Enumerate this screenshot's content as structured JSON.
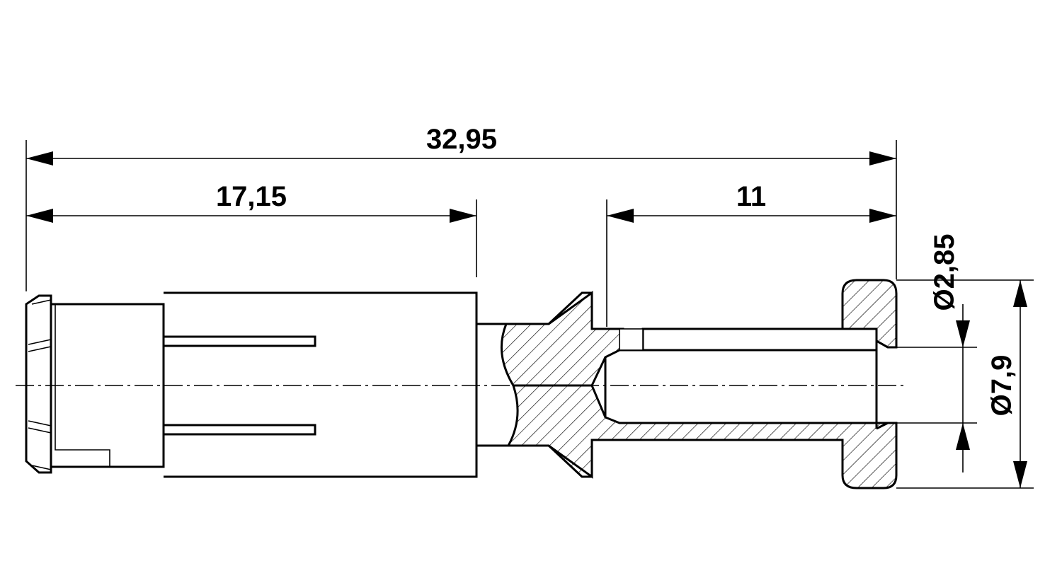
{
  "dimensions": {
    "overall_length": "32,95",
    "rear_length": "17,15",
    "front_length": "11",
    "bore_diameter": "Ø2,85",
    "flange_diameter": "Ø7,9"
  },
  "colors": {
    "line": "#000000",
    "background": "#ffffff"
  }
}
